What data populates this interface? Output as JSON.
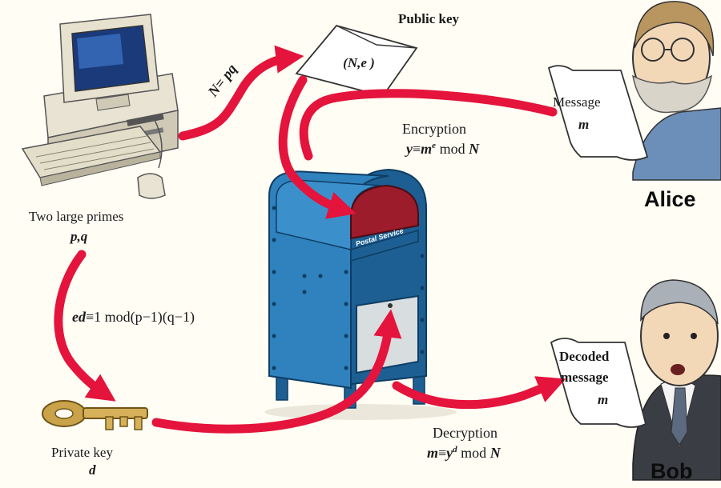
{
  "computer": {
    "caption_line1": "Two large primes",
    "caption_line2": "p,q"
  },
  "public_key": {
    "title": "Public  key",
    "envelope_text": "(N,e )"
  },
  "modulus_label": "N= pq",
  "key_relation": {
    "e": "ed",
    "rest": "≡1 mod(p−1)(q−1)"
  },
  "private_key": {
    "caption_line1": "Private key",
    "caption_line2": "d"
  },
  "encryption": {
    "title": "Encryption",
    "lhs": "y",
    "eq": "≡",
    "m": "m",
    "exp": "e",
    "mod": " mod ",
    "N": "N"
  },
  "decryption": {
    "title": "Decryption",
    "lhs": "m",
    "eq": "≡",
    "y": "y",
    "exp": "d",
    "mod": " mod ",
    "N": "N"
  },
  "mailbox": {
    "flap_label": "Postal Service"
  },
  "alice": {
    "name": "Alice",
    "paper_line1": "Message",
    "paper_line2": "m"
  },
  "bob": {
    "name": "Bob",
    "paper_line1": "Decoded",
    "paper_line2": "message",
    "paper_line3": "m"
  },
  "colors": {
    "arrow": "#e4143c",
    "mailbox": "#2f82bd",
    "mailbox_dark": "#1d5f92",
    "flap": "#9c1c2c",
    "paper": "#ffffff"
  }
}
